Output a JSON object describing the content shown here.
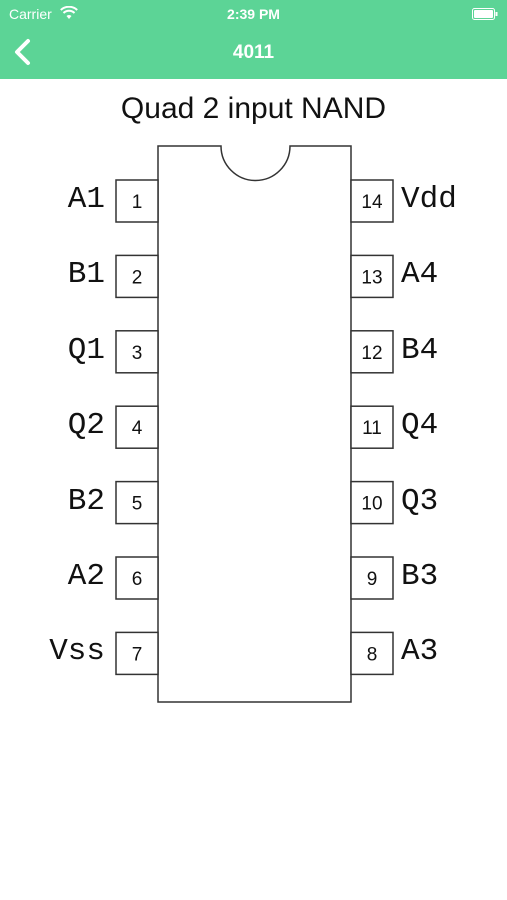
{
  "status_bar": {
    "carrier": "Carrier",
    "time": "2:39 PM",
    "wifi_icon": "wifi-icon",
    "battery_icon": "battery-icon"
  },
  "nav": {
    "title": "4011",
    "back_icon": "chevron-left-icon"
  },
  "chip": {
    "title": "Quad 2 input NAND",
    "left_pins": [
      {
        "number": "1",
        "label": "A1"
      },
      {
        "number": "2",
        "label": "B1"
      },
      {
        "number": "3",
        "label": "Q1"
      },
      {
        "number": "4",
        "label": "Q2"
      },
      {
        "number": "5",
        "label": "B2"
      },
      {
        "number": "6",
        "label": "A2"
      },
      {
        "number": "7",
        "label": "Vss"
      }
    ],
    "right_pins": [
      {
        "number": "14",
        "label": "Vdd"
      },
      {
        "number": "13",
        "label": "A4"
      },
      {
        "number": "12",
        "label": "B4"
      },
      {
        "number": "11",
        "label": "Q4"
      },
      {
        "number": "10",
        "label": "Q3"
      },
      {
        "number": "9",
        "label": "B3"
      },
      {
        "number": "8",
        "label": "A3"
      }
    ]
  },
  "colors": {
    "header": "#5cd496",
    "outline": "#333333"
  }
}
